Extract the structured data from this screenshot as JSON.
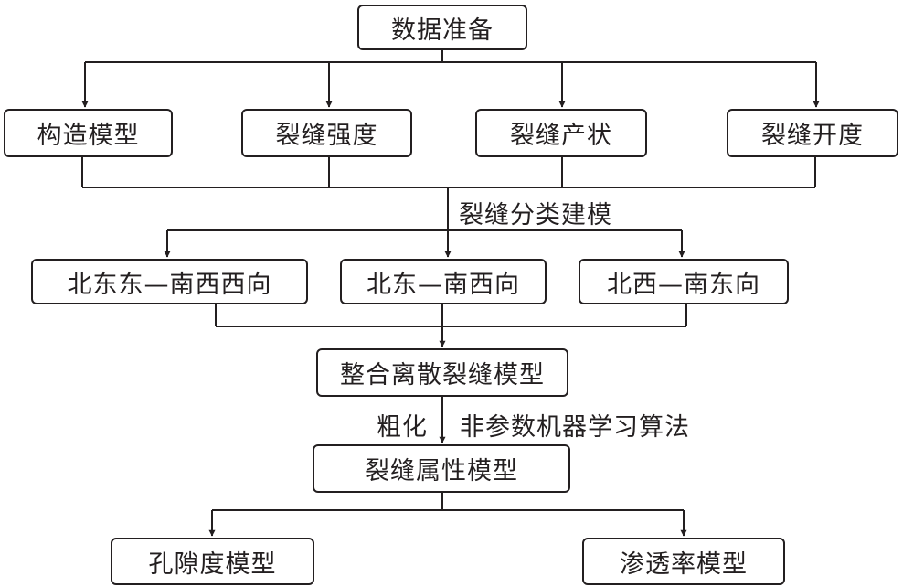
{
  "nodes": {
    "data_prep": "数据准备",
    "structure_model": "构造模型",
    "fracture_intensity": "裂缝强度",
    "fracture_attitude": "裂缝产状",
    "fracture_aperture": "裂缝开度",
    "nee_ssw": "北东东—南西西向",
    "ne_sw": "北东—南西向",
    "nw_se": "北西—南东向",
    "integrated_dfn": "整合离散裂缝模型",
    "fracture_property": "裂缝属性模型",
    "porosity": "孔隙度模型",
    "permeability": "渗透率模型"
  },
  "labels": {
    "classified_modeling": "裂缝分类建模",
    "upscaling": "粗化",
    "nonparametric_ml": "非参数机器学习算法"
  }
}
